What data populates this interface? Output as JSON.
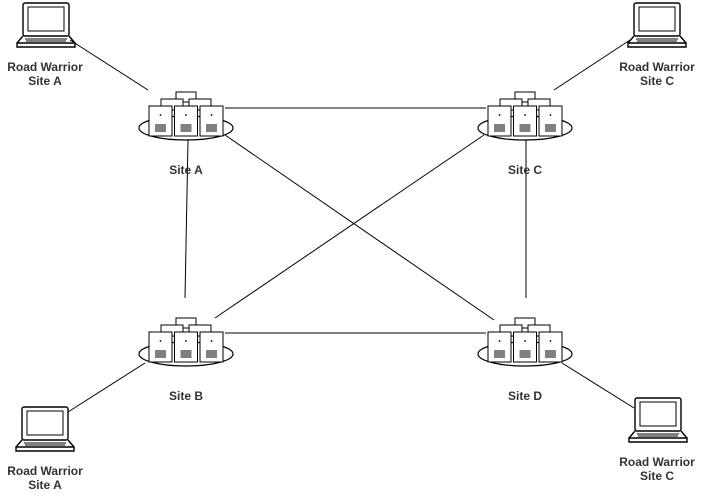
{
  "diagram": {
    "sites": [
      {
        "id": "A",
        "label": "Site A"
      },
      {
        "id": "C",
        "label": "Site C"
      },
      {
        "id": "B",
        "label": "Site B"
      },
      {
        "id": "D",
        "label": "Site D"
      }
    ],
    "road_warriors": [
      {
        "line1": "Road Warrior",
        "line2": "Site A",
        "connects_to": "A"
      },
      {
        "line1": "Road Warrior",
        "line2": "Site C",
        "connects_to": "C"
      },
      {
        "line1": "Road Warrior",
        "line2": "Site A",
        "connects_to": "B"
      },
      {
        "line1": "Road Warrior",
        "line2": "Site C",
        "connects_to": "D"
      }
    ],
    "links": [
      [
        "A",
        "C"
      ],
      [
        "A",
        "B"
      ],
      [
        "A",
        "D"
      ],
      [
        "C",
        "B"
      ],
      [
        "C",
        "D"
      ],
      [
        "B",
        "D"
      ]
    ]
  }
}
